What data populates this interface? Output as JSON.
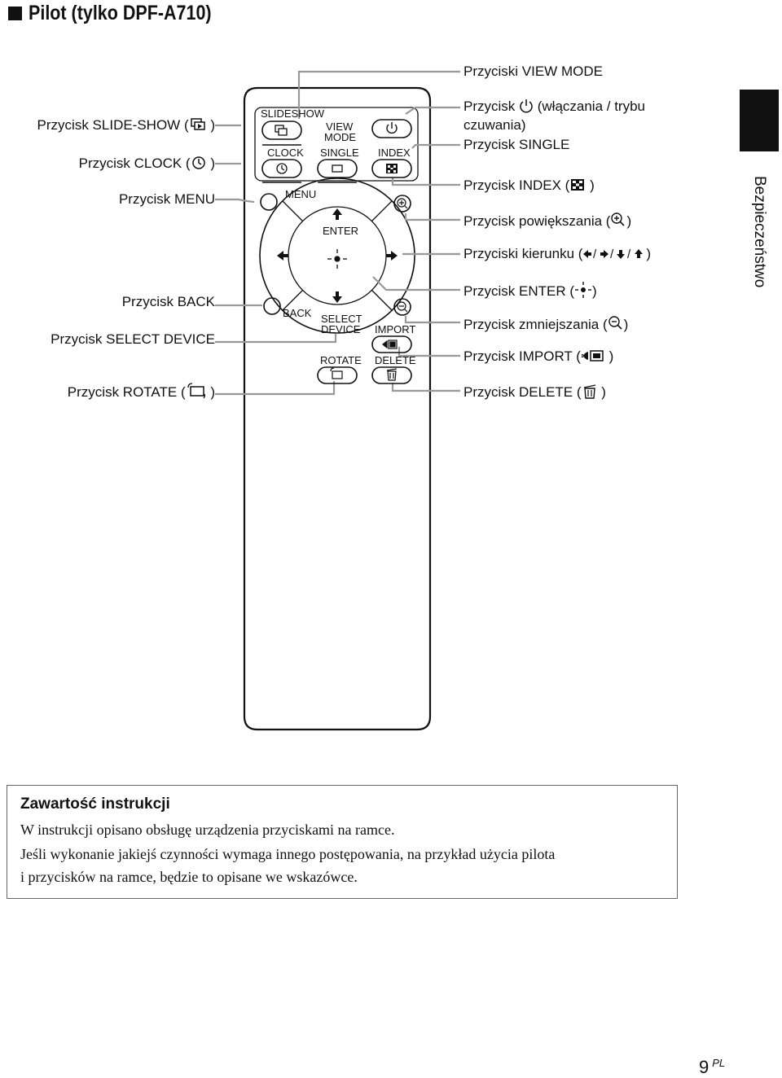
{
  "header": {
    "title": "Pilot (tylko DPF-A710)"
  },
  "side_tab": {
    "label": "Bezpieczeństwo"
  },
  "labels_left": [
    {
      "id": "slideshow",
      "text": "Przycisk SLIDE-SHOW (",
      "suffix": " )",
      "icon": "slideshow-icon"
    },
    {
      "id": "clock",
      "text": "Przycisk CLOCK (",
      "suffix": " )",
      "icon": "clock-icon"
    },
    {
      "id": "menu",
      "text": "Przycisk MENU"
    },
    {
      "id": "back",
      "text": "Przycisk BACK"
    },
    {
      "id": "select_device",
      "text": "Przycisk SELECT DEVICE"
    },
    {
      "id": "rotate",
      "text": "Przycisk ROTATE (",
      "suffix": " )",
      "icon": "rotate-icon"
    }
  ],
  "labels_right": [
    {
      "id": "view_mode",
      "text": "Przyciski VIEW MODE"
    },
    {
      "id": "power",
      "text": "Przycisk ",
      "suffix": " (włączania / trybu",
      "line2": "czuwania)",
      "icon": "power-icon"
    },
    {
      "id": "single",
      "text": "Przycisk SINGLE"
    },
    {
      "id": "index",
      "text": "Przycisk INDEX (",
      "suffix": " )",
      "icon": "index-icon"
    },
    {
      "id": "zoom_in",
      "text": "Przycisk powiększania (",
      "suffix": ")",
      "icon": "zoom-in-icon"
    },
    {
      "id": "direction",
      "text": "Przyciski kierunku (",
      "suffix": ")",
      "icon": "arrows-icon"
    },
    {
      "id": "enter",
      "text": "Przycisk ENTER (",
      "suffix": ")",
      "icon": "enter-icon"
    },
    {
      "id": "zoom_out",
      "text": "Przycisk zmniejszania (",
      "suffix": ")",
      "icon": "zoom-out-icon"
    },
    {
      "id": "import",
      "text": "Przycisk IMPORT (",
      "suffix": " )",
      "icon": "import-icon"
    },
    {
      "id": "delete",
      "text": "Przycisk DELETE (",
      "suffix": " )",
      "icon": "delete-icon"
    }
  ],
  "remote": {
    "slideshow": "SLIDESHOW",
    "view_mode_1": "VIEW",
    "view_mode_2": "MODE",
    "clock": "CLOCK",
    "single": "SINGLE",
    "index": "INDEX",
    "menu": "MENU",
    "enter": "ENTER",
    "back": "BACK",
    "select_1": "SELECT",
    "select_2": "DEVICE",
    "import": "IMPORT",
    "rotate": "ROTATE",
    "delete": "DELETE"
  },
  "info_box": {
    "title": "Zawartość instrukcji",
    "line1": "W instrukcji opisano obsługę urządzenia przyciskami na ramce.",
    "line2": "Jeśli wykonanie jakiejś czynności wymaga innego postępowania, na przykład użycia pilota",
    "line3": "i przycisków na ramce, będzie to opisane we wskazówce."
  },
  "page": {
    "number": "9",
    "lang": "PL"
  }
}
